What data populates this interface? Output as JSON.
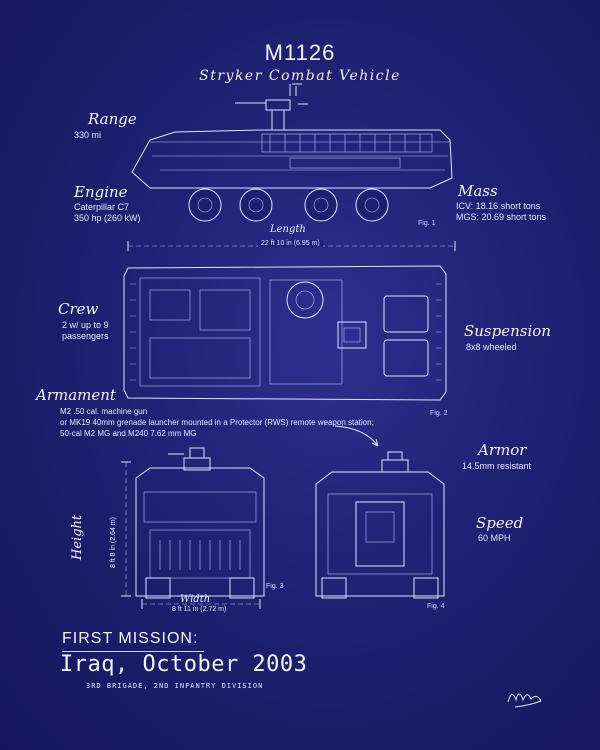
{
  "title": "M1126",
  "subtitle": "Stryker Combat Vehicle",
  "specs": {
    "range": {
      "heading": "Range",
      "value": "330 mi"
    },
    "engine": {
      "heading": "Engine",
      "lines": [
        "Caterpillar C7",
        "350 hp (260 kW)"
      ]
    },
    "mass": {
      "heading": "Mass",
      "lines": [
        "ICV: 18.16 short tons",
        "MGS: 20.69 short tons"
      ]
    },
    "crew": {
      "heading": "Crew",
      "lines": [
        "2 w/ up to 9",
        "passengers"
      ]
    },
    "suspension": {
      "heading": "Suspension",
      "value": "8x8 wheeled"
    },
    "armament": {
      "heading": "Armament",
      "lines": [
        "M2 .50 cal. machine gun",
        "or MK19 40mm grenade launcher mounted in a Protector (RWS) remote weapon station;",
        "50-cal M2 MG and M240 7.62 mm MG"
      ]
    },
    "armor": {
      "heading": "Armor",
      "value": "14.5mm resistant"
    },
    "speed": {
      "heading": "Speed",
      "value": "60 MPH"
    }
  },
  "dimensions": {
    "length": {
      "label": "Length",
      "value": "22 ft 10 in (6.95 m)"
    },
    "height": {
      "label": "Height",
      "value": "8 ft 8 in (2.64 m)"
    },
    "width": {
      "label": "Width",
      "value": "8 ft 11 in (2.72 m)"
    }
  },
  "figures": {
    "fig1": "Fig. 1",
    "fig2": "Fig. 2",
    "fig3": "Fig. 3",
    "fig4": "Fig. 4"
  },
  "mission": {
    "heading": "FIRST MISSION:",
    "location": "Iraq, October 2003",
    "unit": "3RD BRIGADE, 2ND INFANTRY DIVISION"
  },
  "signature_icon": "signature-mark"
}
